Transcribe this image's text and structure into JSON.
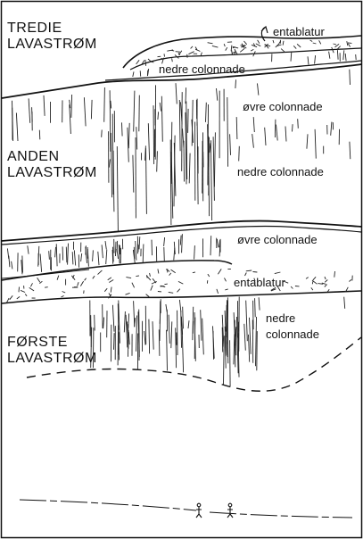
{
  "figure": {
    "flows": {
      "third": {
        "line1": "TREDIE",
        "line2": "LAVASTRØM"
      },
      "second": {
        "line1": "ANDEN",
        "line2": "LAVASTRØM"
      },
      "first": {
        "line1": "FØRSTE",
        "line2": "LAVASTRØM"
      }
    },
    "layers": {
      "third_entablature": "entablatur",
      "third_lower_colonnade": "nedre colonnade",
      "second_upper_colonnade": "øvre colonnade",
      "second_lower_colonnade": "nedre colonnade",
      "first_upper_colonnade": "øvre colonnade",
      "first_entablature": "entablatur",
      "first_lower_colonnade_line1": "nedre",
      "first_lower_colonnade_line2": "colonnade"
    },
    "colors": {
      "ink": "#111111",
      "background": "#ffffff"
    }
  }
}
